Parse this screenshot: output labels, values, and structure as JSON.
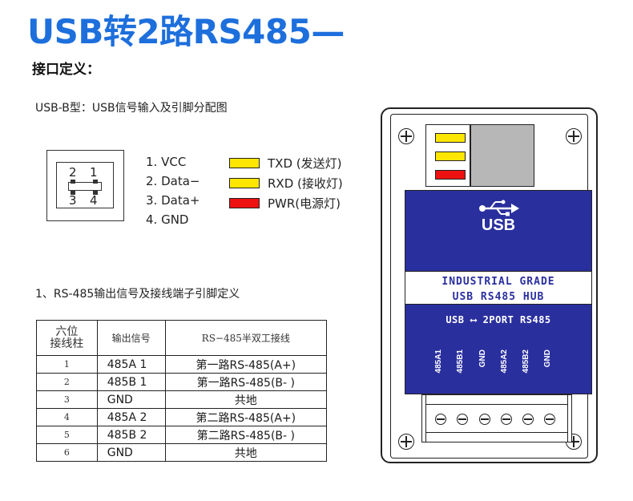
{
  "title": "USB转2路RS485—",
  "subtitle": "接口定义：",
  "usb_description": "USB-B型：USB信号输入及引脚分配图",
  "connector": {
    "numbers": [
      "2",
      "1",
      "3",
      "4"
    ]
  },
  "usb_pins": [
    {
      "label": "1. VCC"
    },
    {
      "label": "2. Data−"
    },
    {
      "label": "3. Data+"
    },
    {
      "label": "4. GND"
    }
  ],
  "leds": [
    {
      "label": "TXD (发送灯)",
      "color": "#ffe600"
    },
    {
      "label": "RXD (接收灯)",
      "color": "#ffe600"
    },
    {
      "label": "PWR(电源灯)",
      "color": "#ee1111"
    }
  ],
  "rs485_section_title": "1、RS-485输出信号及接线端子引脚定义",
  "terminal_table": {
    "headers": [
      "六位\n接线柱",
      "输出信号",
      "RS−485半双工接线"
    ],
    "rows": [
      {
        "no": "1",
        "signal": "485A 1",
        "wiring": "第一路RS-485(A+)"
      },
      {
        "no": "2",
        "signal": "485B 1",
        "wiring": "第一路RS-485(B- )"
      },
      {
        "no": "3",
        "signal": "GND",
        "wiring": "共地"
      },
      {
        "no": "4",
        "signal": "485A 2",
        "wiring": "第二路RS-485(A+)"
      },
      {
        "no": "5",
        "signal": "485B 2",
        "wiring": "第二路RS-485(B- )"
      },
      {
        "no": "6",
        "signal": "GND",
        "wiring": "共地"
      }
    ]
  },
  "device": {
    "led_colors": [
      "#ffe600",
      "#ffe600",
      "#ee1111"
    ],
    "usb_label": "USB",
    "grade_line1": "INDUSTRIAL GRADE",
    "grade_line2": "USB RS485 HUB",
    "usb_2port_line": "USB ⟷ 2PORT RS485",
    "terminal_labels": [
      "485A1",
      "485B1",
      "GND",
      "485A2",
      "485B2",
      "GND"
    ],
    "panel_color": "#2a2f9e"
  }
}
